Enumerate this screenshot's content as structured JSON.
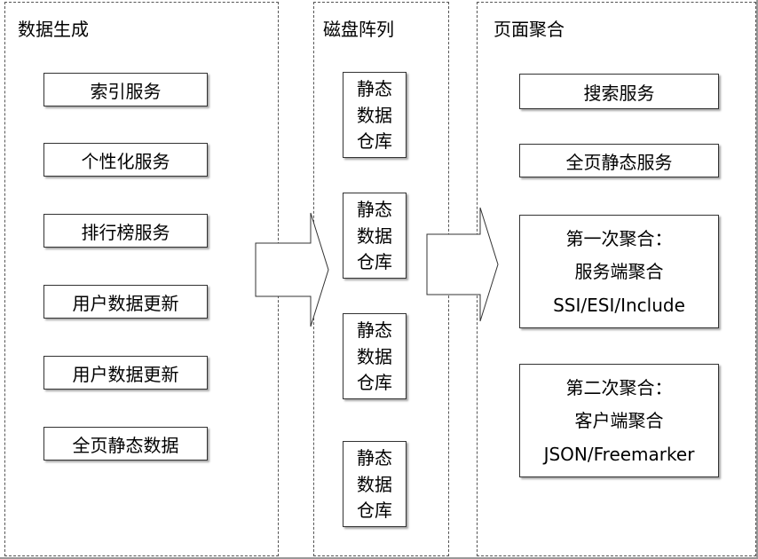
{
  "lanes": {
    "generate": {
      "title": "数据生成",
      "items": [
        "索引服务",
        "个性化服务",
        "排行榜服务",
        "用户数据更新",
        "用户数据更新",
        "全页静态数据"
      ]
    },
    "disk": {
      "title": "磁盘阵列",
      "stores": [
        [
          "静态",
          "数据",
          "仓库"
        ],
        [
          "静态",
          "数据",
          "仓库"
        ],
        [
          "静态",
          "数据",
          "仓库"
        ],
        [
          "静态",
          "数据",
          "仓库"
        ]
      ]
    },
    "aggregate": {
      "title": "页面聚合",
      "search": "搜索服务",
      "fullpage": "全页静态服务",
      "first": [
        "第一次聚合：",
        "服务端聚合",
        "SSI/ESI/Include"
      ],
      "second": [
        "第二次聚合：",
        "客户端聚合",
        "JSON/Freemarker"
      ]
    }
  }
}
